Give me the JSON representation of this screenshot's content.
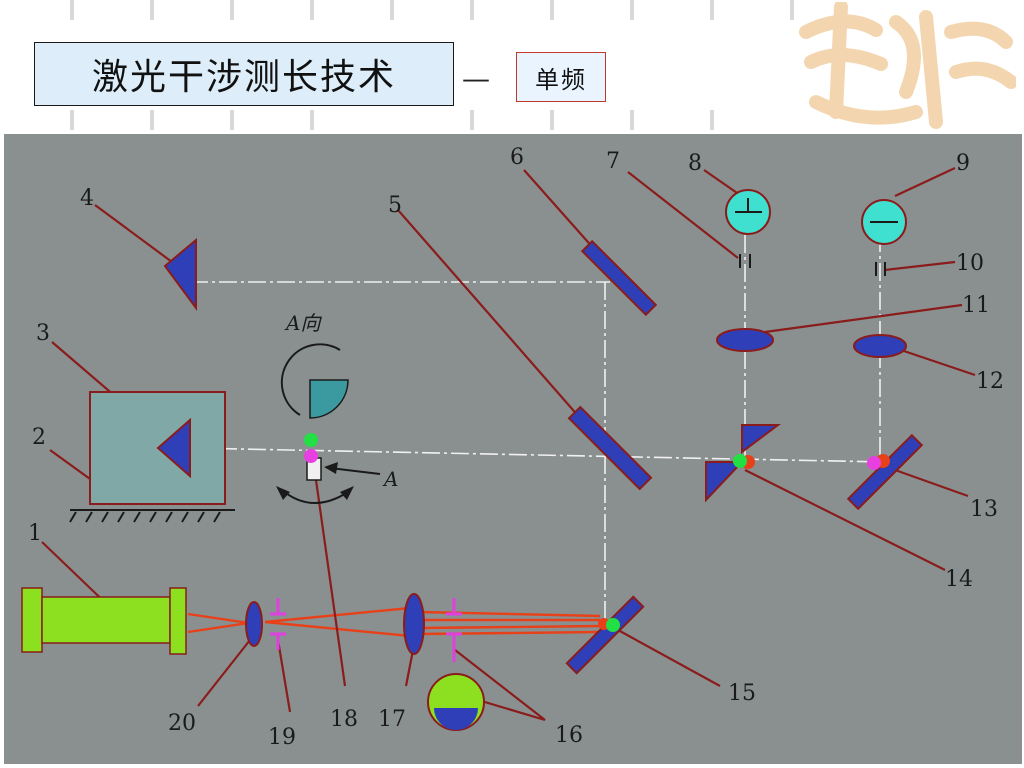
{
  "slide": {
    "title": "激光干涉测长技术",
    "dash": "—",
    "subtitle": "单频"
  },
  "diagram": {
    "labels": {
      "l1": "1",
      "l2": "2",
      "l3": "3",
      "l4": "4",
      "l5": "5",
      "l6": "6",
      "l7": "7",
      "l8": "8",
      "l9": "9",
      "l10": "10",
      "l11": "11",
      "l12": "12",
      "l13": "13",
      "l14": "14",
      "l15": "15",
      "l16": "16",
      "l17": "17",
      "l18": "18",
      "l19": "19",
      "l20": "20"
    },
    "direction_label": "A向",
    "arrow_label": "A"
  },
  "colors": {
    "panel": "#8a9090",
    "beam": "#e84018",
    "leader": "#8a1c1c",
    "optic_fill": "#2f3fb8",
    "laser": "#8ce020",
    "detector": "#40e0d0",
    "aperture": "#e040e0"
  }
}
